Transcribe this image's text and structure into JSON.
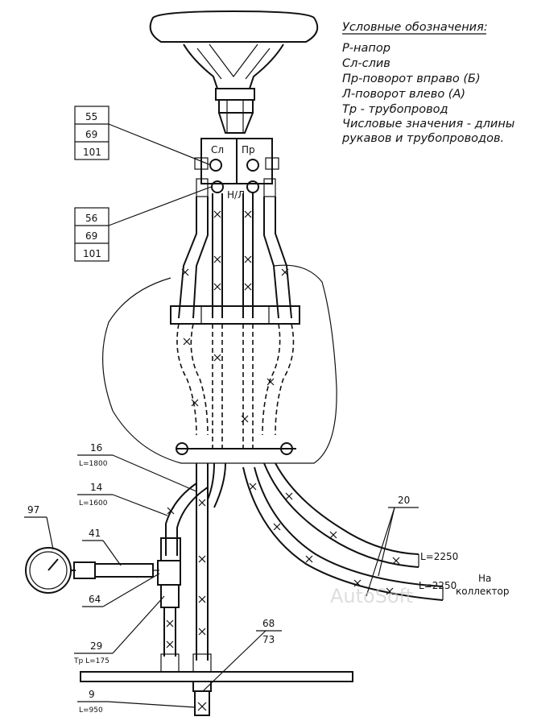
{
  "legend": {
    "title": "Условные обозначения:",
    "lines": [
      "Р-напор",
      "Сл-слив",
      "Пр-поворот вправо (Б)",
      "Л-поворот влево (А)",
      "Тр - трубопровод",
      "Числовые значения - длины",
      "рукавов и трубопроводов."
    ]
  },
  "ports": {
    "left": "Сл",
    "right": "Пр",
    "center": "Н/Л"
  },
  "callouts": {
    "c55": [
      "55",
      "69",
      "101"
    ],
    "c56": [
      "56",
      "69",
      "101"
    ],
    "c16": {
      "num": "16",
      "len": "L=1800"
    },
    "c14": {
      "num": "14",
      "len": "L=1600"
    },
    "c97": "97",
    "c41": "41",
    "c64": "64",
    "c29": {
      "num": "29",
      "len": "Тр L=175"
    },
    "c68": {
      "a": "68",
      "b": "73"
    },
    "c9": {
      "num": "9",
      "len": "L=950"
    },
    "c20": "20",
    "hoseLen1": "L=2250",
    "hoseLen2": "L=2250",
    "dest1": "На",
    "dest2": "коллектор"
  },
  "watermark": "AutoSoft"
}
